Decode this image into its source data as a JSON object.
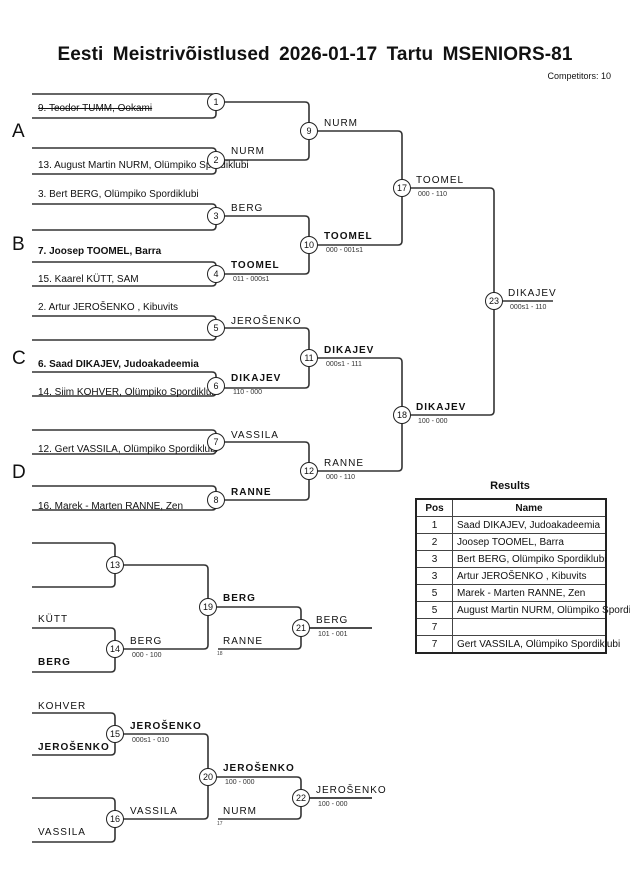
{
  "header": {
    "title": "Eesti Meistrivõistlused  2026-01-17  Tartu   MSENIORS-81",
    "competitors": "Competitors: 10"
  },
  "groups": [
    "A",
    "B",
    "C",
    "D"
  ],
  "entries": [
    {
      "text": "9. Teodor TUMM, Ookami",
      "style": "strike"
    },
    {
      "text": "13. August Martin  NURM, Olümpiko Spordiklubi",
      "style": "normal"
    },
    {
      "text": "3. Bert BERG, Olümpiko Spordiklubi",
      "style": "normal"
    },
    {
      "text": "7. Joosep TOOMEL, Barra",
      "style": "bold"
    },
    {
      "text": "15. Kaarel KÜTT, SAM",
      "style": "normal"
    },
    {
      "text": "2. Artur JEROŠENKO , Kibuvits",
      "style": "normal"
    },
    {
      "text": "6. Saad DIKAJEV, Judoakadeemia",
      "style": "bold"
    },
    {
      "text": "14. Siim KOHVER, Olümpiko Spordiklubi",
      "style": "normal"
    },
    {
      "text": "12. Gert VASSILA, Olümpiko Spordiklubi",
      "style": "normal"
    },
    {
      "text": "16. Marek - Marten RANNE, Zen",
      "style": "normal"
    }
  ],
  "matches": [
    {
      "id": "1",
      "winner": "",
      "score": ""
    },
    {
      "id": "2",
      "winner": "NURM",
      "score": ""
    },
    {
      "id": "3",
      "winner": "BERG",
      "score": ""
    },
    {
      "id": "4",
      "winner": "TOOMEL",
      "score": "011 - 000s1",
      "bold": true
    },
    {
      "id": "5",
      "winner": "JEROŠENKO",
      "score": ""
    },
    {
      "id": "6",
      "winner": "DIKAJEV",
      "score": "110 - 000",
      "bold": true
    },
    {
      "id": "7",
      "winner": "VASSILA",
      "score": ""
    },
    {
      "id": "8",
      "winner": "RANNE",
      "score": "",
      "bold": true
    },
    {
      "id": "9",
      "winner": "NURM",
      "score": ""
    },
    {
      "id": "10",
      "winner": "TOOMEL",
      "score": "000 - 001s1",
      "bold": true
    },
    {
      "id": "11",
      "winner": "DIKAJEV",
      "score": "000s1 - 111",
      "bold": true
    },
    {
      "id": "12",
      "winner": "RANNE",
      "score": "000 - 110"
    },
    {
      "id": "17",
      "winner": "TOOMEL",
      "score": "000 - 110"
    },
    {
      "id": "18",
      "winner": "DIKAJEV",
      "score": "100 - 000",
      "bold": true
    },
    {
      "id": "23",
      "winner": "DIKAJEV",
      "score": "000s1 - 110"
    }
  ],
  "repechage": {
    "r13": {
      "id": "13",
      "top": "",
      "bottom": ""
    },
    "r14": {
      "id": "14",
      "top": "KÜTT",
      "bottom": "BERG",
      "winner": "BERG",
      "score": "000 - 100"
    },
    "r19": {
      "id": "19",
      "winner": "BERG",
      "score": "",
      "from_label": "RANNE",
      "from_ref": "18"
    },
    "r21": {
      "id": "21",
      "winner": "BERG",
      "score": "101 - 001"
    },
    "r15": {
      "id": "15",
      "top": "KOHVER",
      "bottom": "JEROŠENKO",
      "winner": "JEROŠENKO",
      "score": "000s1 - 010"
    },
    "r16": {
      "id": "16",
      "top": "",
      "bottom": "VASSILA",
      "winner": "VASSILA",
      "score": ""
    },
    "r20": {
      "id": "20",
      "winner": "JEROŠENKO",
      "score": "100 - 000",
      "from_label": "NURM",
      "from_ref": "17"
    },
    "r22": {
      "id": "22",
      "winner": "JEROŠENKO",
      "score": "100 - 000"
    }
  },
  "results": {
    "title": "Results",
    "headers": [
      "Pos",
      "Name"
    ],
    "rows": [
      {
        "pos": "1",
        "name": "Saad DIKAJEV, Judoakadeemia"
      },
      {
        "pos": "2",
        "name": "Joosep TOOMEL, Barra"
      },
      {
        "pos": "3",
        "name": "Bert BERG, Olümpiko Spordiklubi"
      },
      {
        "pos": "3",
        "name": "Artur JEROŠENKO , Kibuvits"
      },
      {
        "pos": "5",
        "name": "Marek - Marten RANNE, Zen"
      },
      {
        "pos": "5",
        "name": "August Martin  NURM, Olümpiko Spordiklubi"
      },
      {
        "pos": "7",
        "name": ""
      },
      {
        "pos": "7",
        "name": "Gert VASSILA, Olümpiko Spordiklubi"
      }
    ]
  }
}
